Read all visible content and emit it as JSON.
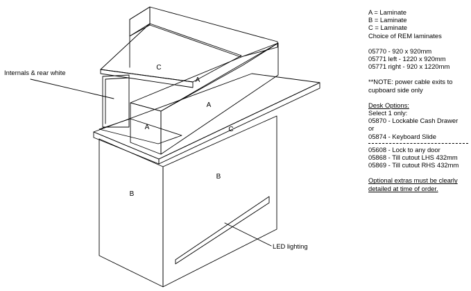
{
  "drawing": {
    "surface_labels": {
      "top_back": "C",
      "front_top": "A",
      "left_top": "A",
      "left_side": "A",
      "counter_top": "C",
      "desk_top": "B",
      "front_panel": "B"
    },
    "callouts": {
      "internals": "Internals & rear white",
      "led": "LED lighting"
    }
  },
  "spec": {
    "laminates": [
      "A = Laminate",
      "B = Laminate",
      "C = Laminate",
      "Choice of REM laminates"
    ],
    "sizes": [
      "05770 - 920 x 920mm",
      "05771 left - 1220 x 920mm",
      "05771 right - 920 x 1220mm"
    ],
    "note": [
      "**NOTE: power cable exits to",
      "cupboard side only"
    ],
    "desk_options_title": "Desk Options:",
    "desk_options": [
      "Select 1 only:",
      "05870 - Lockable Cash Drawer",
      "or",
      "05874 - Keyboard Slide"
    ],
    "extras": [
      "05608 - Lock to any door",
      "05868 - Till cutout LHS 432mm",
      "05869 - Till cutout RHS 432mm"
    ],
    "footer": [
      "Optional extras must be clearly",
      "detailed at time of order."
    ]
  }
}
